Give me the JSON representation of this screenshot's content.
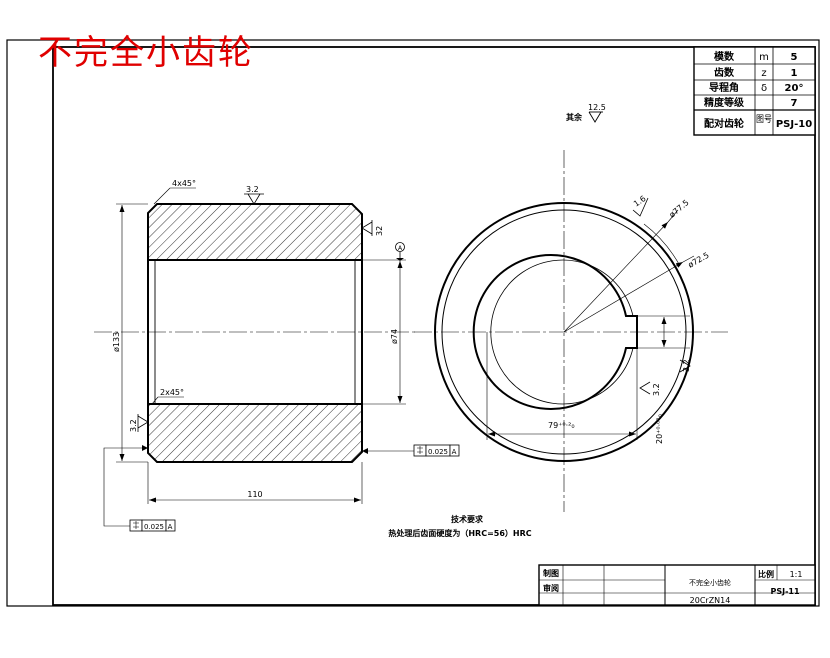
{
  "title": "不完全小齿轮",
  "params_table": {
    "rows": [
      {
        "name": "模数",
        "symbol": "m",
        "value": "5"
      },
      {
        "name": "齿数",
        "symbol": "z",
        "value": "1"
      },
      {
        "name": "导程角",
        "symbol": "δ",
        "value": "20°"
      },
      {
        "name": "精度等级",
        "symbol": "",
        "value": "7"
      }
    ],
    "mating": {
      "name": "配对齿轮",
      "symbol": "图号",
      "value": "PSJ-10"
    }
  },
  "surface_note": {
    "label": "其余",
    "value": "12.5"
  },
  "dims": {
    "chamfer_top": "4x45°",
    "chamfer_bottom": "2x45°",
    "rough_top": "3.2",
    "rough_right": "32",
    "rough_left": "3.2",
    "rough_small": "1.6",
    "rough_keyway": "3.2",
    "rough_keyway2": "3.2",
    "outer_dia": "ø133",
    "inner_dia": "ø74",
    "length": "110",
    "dia_77": "ø77.5",
    "dia_72": "ø72.5",
    "key_depth": "79⁺⁰·²₀",
    "key_width": "20⁺⁰·⁰²₀",
    "datum": "A",
    "tol_right": {
      "value": "0.025",
      "datum": "A"
    },
    "tol_left": {
      "value": "0.025",
      "datum": "A"
    }
  },
  "tech_req": {
    "title": "技术要求",
    "line": "热处理后齿面硬度为（HRC=56）HRC"
  },
  "title_block": {
    "draw_label": "制图",
    "check_label": "审阅",
    "part_name": "不完全小齿轮",
    "material": "20CrZN14",
    "scale_label": "比例",
    "scale_value": "1:1",
    "drawing_no": "PSJ-11"
  }
}
